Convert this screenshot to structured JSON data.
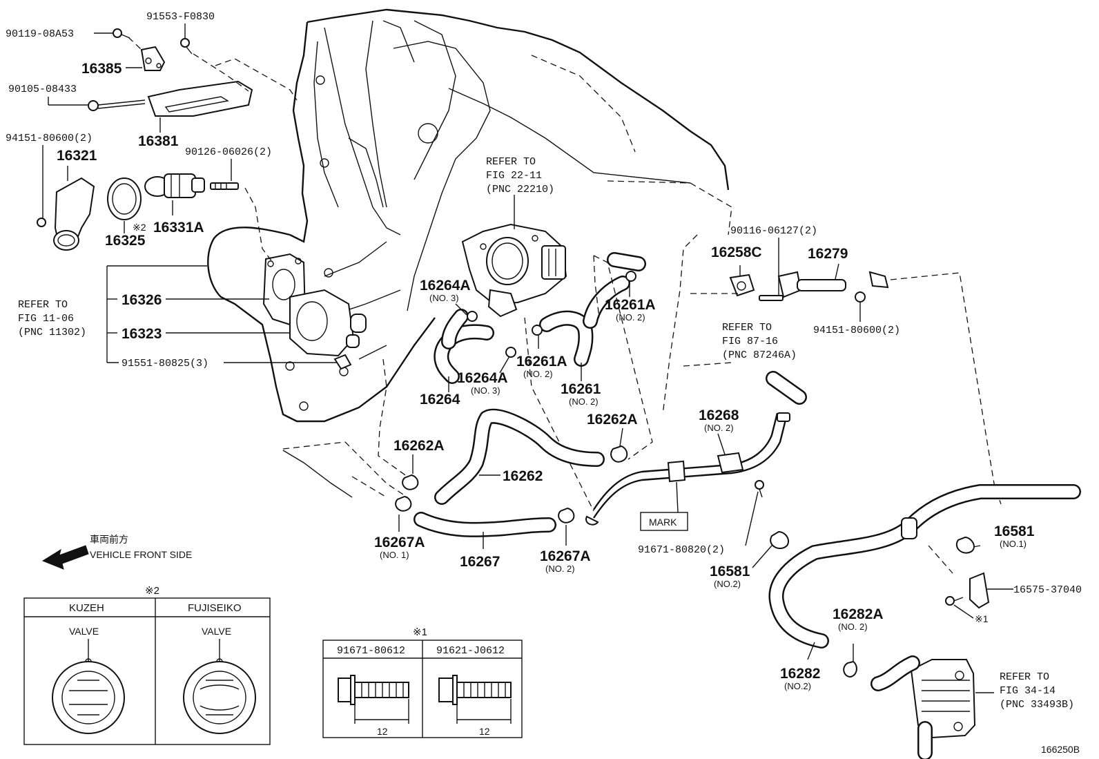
{
  "parts": {
    "p_90119_08A53": "90119-08A53",
    "p_91553_F0830": "91553-F0830",
    "p_16385": "16385",
    "p_90105_08433": "90105-08433",
    "p_16381": "16381",
    "p_94151_80600_a": "94151-80600(2)",
    "p_16321": "16321",
    "p_90126_06026": "90126-06026(2)",
    "p_16325": "16325",
    "p_note2": "※2",
    "p_16331A": "16331A",
    "p_16326": "16326",
    "p_16323": "16323",
    "p_91551_80825": "91551-80825(3)",
    "p_16264A_1": "16264A",
    "p_16264A_1_sub": "(NO. 3)",
    "p_16264": "16264",
    "p_16264A_2": "16264A",
    "p_16264A_2_sub": "(NO. 3)",
    "p_16261A_1": "16261A",
    "p_16261A_1_sub": "(NO. 2)",
    "p_16261A_2": "16261A",
    "p_16261A_2_sub": "(NO. 2)",
    "p_16261": "16261",
    "p_16261_sub": "(NO. 2)",
    "p_16262A_1": "16262A",
    "p_16262A_2": "16262A",
    "p_16262": "16262",
    "p_16267A_1": "16267A",
    "p_16267A_1_sub": "(NO. 1)",
    "p_16267": "16267",
    "p_16267A_2": "16267A",
    "p_16267A_2_sub": "(NO. 2)",
    "p_90116_06127": "90116-06127(2)",
    "p_16258C": "16258C",
    "p_16279": "16279",
    "p_94151_80600_b": "94151-80600(2)",
    "p_16268": "16268",
    "p_16268_sub": "(NO. 2)",
    "p_mark": "MARK",
    "p_91671_80820": "91671-80820(2)",
    "p_16581_1": "16581",
    "p_16581_1_sub": "(NO.1)",
    "p_16581_2": "16581",
    "p_16581_2_sub": "(NO.2)",
    "p_16575_37040": "16575-37040",
    "p_note1_ref": "※1",
    "p_16282A": "16282A",
    "p_16282A_sub": "(NO. 2)",
    "p_16282": "16282",
    "p_16282_sub": "(NO.2)"
  },
  "refs": {
    "r1_l1": "REFER TO",
    "r1_l2": "FIG 22-11",
    "r1_l3": "(PNC 22210)",
    "r2_l1": "REFER TO",
    "r2_l2": "FIG 11-06",
    "r2_l3": "(PNC 11302)",
    "r3_l1": "REFER TO",
    "r3_l2": "FIG 87-16",
    "r3_l3": "(PNC 87246A)",
    "r4_l1": "REFER TO",
    "r4_l2": "FIG 34-14",
    "r4_l3": "(PNC 33493B)"
  },
  "direction": {
    "jp": "車両前方",
    "en": "VEHICLE FRONT SIDE"
  },
  "box2": {
    "mark": "※2",
    "col1": "KUZEH",
    "col2": "FUJISEIKO",
    "valve1": "VALVE",
    "valve2": "VALVE"
  },
  "box1": {
    "mark": "※1",
    "col1": "91671-80612",
    "col2": "91621-J0612",
    "dim1": "12",
    "dim2": "12"
  },
  "figure_id": "166250B"
}
